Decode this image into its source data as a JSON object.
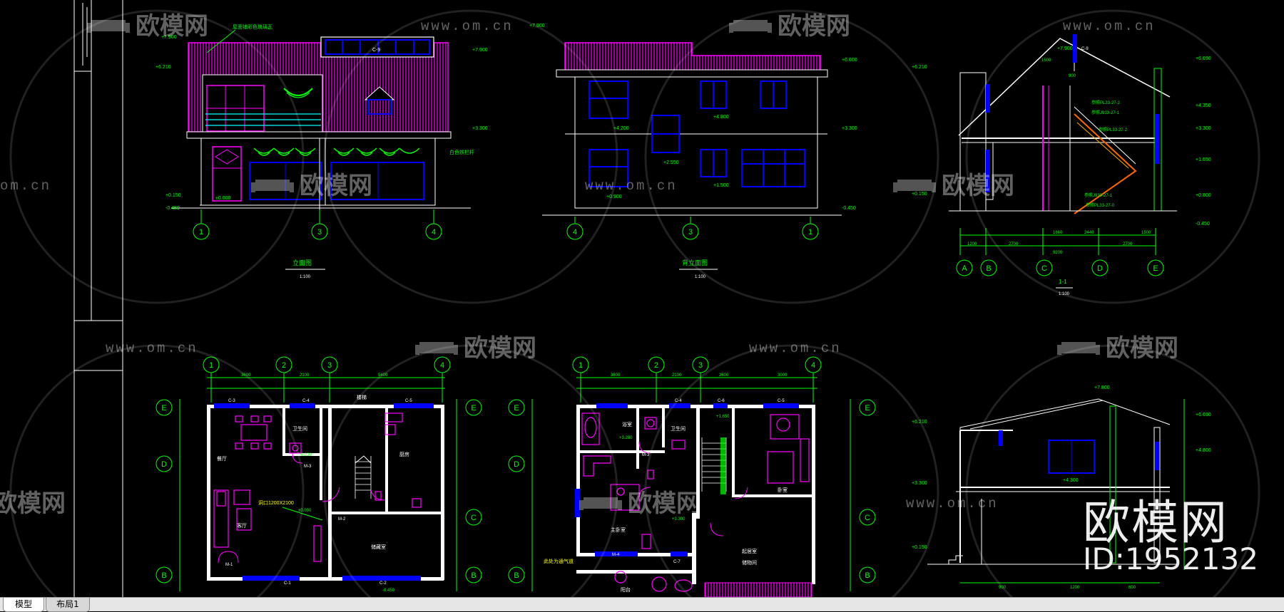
{
  "watermark": {
    "brand": "欧模网",
    "domain": "www.om.cn",
    "domain_short": "om.cn"
  },
  "overlay": {
    "brand_large": "欧模网",
    "id_label": "ID:1952132"
  },
  "tabs": {
    "model": "模型",
    "layout": "布局1"
  },
  "colors": {
    "background": "#000000",
    "purple": "#ff00ff",
    "yellow": "#ffff00",
    "blue": "#0000ff",
    "green": "#00ff00",
    "white": "#ffffff"
  },
  "drawing": {
    "front_elevation": {
      "title": "立面图",
      "scale": "1:100",
      "window_tag": "C-9",
      "roof_note": "屋面铺彩色琉璃瓦",
      "rail_note": "白色铁栏杆",
      "levels": [
        "+7.900",
        "+6.210",
        "+3.300",
        "+0.150",
        "±0.000",
        "-0.450"
      ],
      "axes": [
        "1",
        "3",
        "4"
      ]
    },
    "rear_elevation": {
      "title": "背立面图",
      "scale": "1:100",
      "levels": [
        "+7.900",
        "+6.600",
        "+4.200",
        "+4.800",
        "+3.300",
        "+2.550",
        "+1.500",
        "+0.900",
        "-0.450"
      ],
      "axes": [
        "4",
        "3",
        "1"
      ]
    },
    "section_1": {
      "title": "1-1",
      "scale": "1:100",
      "tag": "C-9",
      "notes": [
        "参照PL33-27-2",
        "参照J933-27-1",
        "参照PL33-27-2",
        "参照J933-27-1",
        "参照PL33-27-0"
      ],
      "levels": [
        "+7.900",
        "+6.690",
        "+6.210",
        "+4.350",
        "+3.300",
        "+1.650",
        "+0.800",
        "+0.150",
        "-0.450"
      ],
      "dims": [
        "1500",
        "900",
        "1200",
        "2700",
        "1660",
        "2440",
        "2700",
        "1500",
        "9200"
      ],
      "axes": [
        "A",
        "B",
        "C",
        "D",
        "E"
      ]
    },
    "plan_1": {
      "top_axes": [
        "1",
        "2",
        "3",
        "4"
      ],
      "side_axes": [
        "E",
        "D",
        "C",
        "B"
      ],
      "top_dims": [
        "3600",
        "2100",
        "5400"
      ],
      "rooms": [
        "餐厅",
        "卫生间",
        "厨房",
        "客厅",
        "储藏室",
        "楼梯"
      ],
      "tags": [
        "C-3",
        "C-4",
        "C-5",
        "C-1",
        "C-2",
        "M-1",
        "M-2",
        "M-3"
      ],
      "note": "洞口1200X2100",
      "levels": [
        "-0.020",
        "-0.450",
        "±0.000"
      ]
    },
    "plan_2": {
      "top_axes": [
        "1",
        "2",
        "3",
        "4"
      ],
      "side_axes": [
        "E",
        "D",
        "C",
        "B"
      ],
      "top_dims": [
        "3600",
        "2100",
        "2600",
        "3000"
      ],
      "rooms": [
        "浴室",
        "卫生间",
        "卧室",
        "主卧室",
        "起居室",
        "阳台",
        "储物间"
      ],
      "tags": [
        "C-5",
        "C-4",
        "C-6",
        "C-7",
        "M-3",
        "M-4"
      ],
      "note": "此处为通气道",
      "levels": [
        "+1.650",
        "+3.280",
        "+3.300"
      ]
    },
    "section_2": {
      "levels": [
        "+7.800",
        "+6.690",
        "+6.210",
        "+4.300",
        "+4.800",
        "+3.300",
        "+0.150"
      ],
      "dims": [
        "900",
        "1200",
        "600"
      ]
    }
  }
}
